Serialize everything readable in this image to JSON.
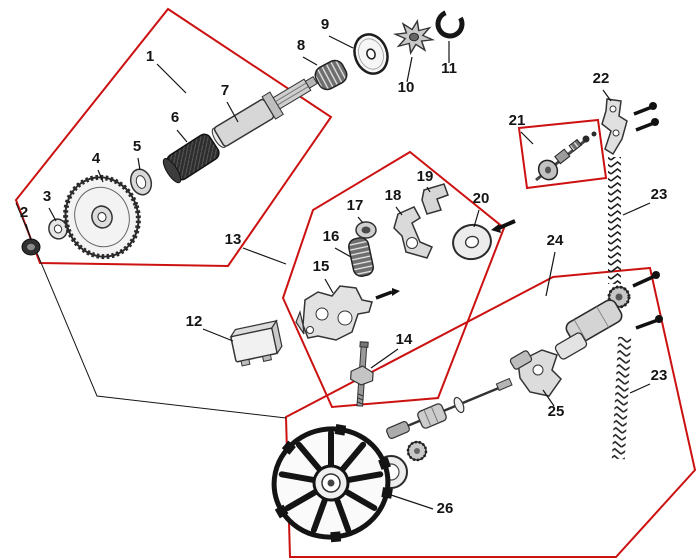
{
  "figure": {
    "background": "#ffffff",
    "group_outline_color": "#cc1111",
    "line_color": "#141414"
  },
  "labels": {
    "p1": "1",
    "p2": "2",
    "p3": "3",
    "p4": "4",
    "p5": "5",
    "p6": "6",
    "p7": "7",
    "p8": "8",
    "p9": "9",
    "p10": "10",
    "p11": "11",
    "p12": "12",
    "p13": "13",
    "p14": "14",
    "p15": "15",
    "p16": "16",
    "p17": "17",
    "p18": "18",
    "p19": "19",
    "p20": "20",
    "p21": "21",
    "p22": "22",
    "p23a": "23",
    "p23b": "23",
    "p24": "24",
    "p25": "25",
    "p26": "26"
  }
}
